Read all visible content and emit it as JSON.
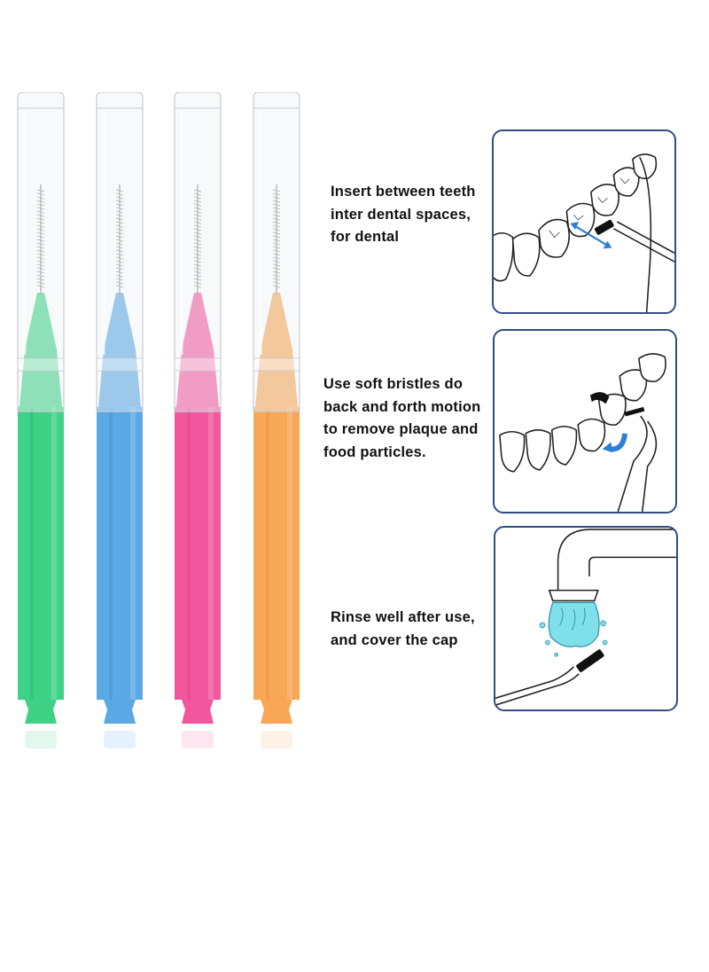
{
  "brushes": [
    {
      "name": "green",
      "color": "#3fd286",
      "dark": "#25b06a"
    },
    {
      "name": "blue",
      "color": "#5aa8e4",
      "dark": "#3d8ccd"
    },
    {
      "name": "pink",
      "color": "#f2569d",
      "dark": "#d93a81"
    },
    {
      "name": "orange",
      "color": "#f7a756",
      "dark": "#e48b35"
    }
  ],
  "colors": {
    "panel_border": "#2f4d82",
    "arrow": "#2c7fd6",
    "water": "#7fe0ec"
  },
  "steps": [
    {
      "icon": "teeth-insert-brush-illustration",
      "lines": [
        "Insert between teeth",
        "inter dental spaces,",
        "for dental"
      ]
    },
    {
      "icon": "teeth-brushing-motion-illustration",
      "lines": [
        "Use soft bristles do",
        "back and forth motion",
        "to remove plaque and",
        "food particles."
      ]
    },
    {
      "icon": "faucet-rinse-brush-illustration",
      "lines": [
        "Rinse well after use,",
        "and cover the cap"
      ]
    }
  ]
}
